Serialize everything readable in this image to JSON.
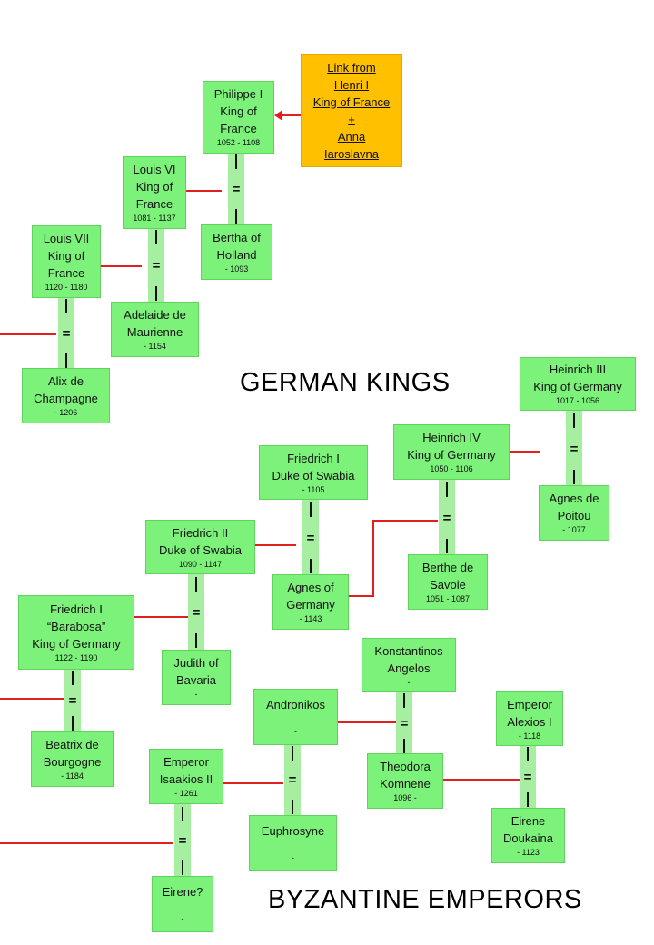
{
  "link": {
    "lines": [
      "Link from",
      "Henri I",
      "King of France",
      "+",
      "Anna",
      "Iaroslavna"
    ]
  },
  "sections": {
    "german": "GERMAN KINGS",
    "byzantine": "BYZANTINE EMPERORS"
  },
  "people": {
    "philippe": {
      "lines": [
        "Philippe I",
        "King of",
        "France"
      ],
      "dates": "1052 - 1108"
    },
    "bertha": {
      "lines": [
        "Bertha of",
        "Holland"
      ],
      "dates": "- 1093"
    },
    "louis6": {
      "lines": [
        "Louis VI",
        "King of",
        "France"
      ],
      "dates": "1081 - 1137"
    },
    "adelaide": {
      "lines": [
        "Adelaide de",
        "Maurienne"
      ],
      "dates": "- 1154"
    },
    "louis7": {
      "lines": [
        "Louis VII",
        "King of",
        "France"
      ],
      "dates": "1120 - 1180"
    },
    "alix": {
      "lines": [
        "Alix de",
        "Champagne"
      ],
      "dates": "- 1206"
    },
    "heinrich3": {
      "lines": [
        "Heinrich III",
        "King of Germany"
      ],
      "dates": "1017 - 1056"
    },
    "agnes_poitou": {
      "lines": [
        "Agnes de",
        "Poitou"
      ],
      "dates": "- 1077"
    },
    "heinrich4": {
      "lines": [
        "Heinrich IV",
        "King of Germany"
      ],
      "dates": "1050 - 1106"
    },
    "berthe_savoie": {
      "lines": [
        "Berthe de",
        "Savoie"
      ],
      "dates": "1051 - 1087"
    },
    "friedrich1_swabia": {
      "lines": [
        "Friedrich I",
        "Duke of Swabia"
      ],
      "dates": "- 1105"
    },
    "agnes_germany": {
      "lines": [
        "Agnes of",
        "Germany"
      ],
      "dates": "- 1143"
    },
    "friedrich2": {
      "lines": [
        "Friedrich II",
        "Duke of Swabia"
      ],
      "dates": "1090 - 1147"
    },
    "judith": {
      "lines": [
        "Judith of",
        "Bavaria"
      ],
      "dates": "-"
    },
    "barbarossa": {
      "lines": [
        "Friedrich I",
        "“Barabosa”",
        "King of Germany"
      ],
      "dates": "1122 - 1190"
    },
    "beatrix": {
      "lines": [
        "Beatrix de",
        "Bourgogne"
      ],
      "dates": "- 1184"
    },
    "konstantinos": {
      "lines": [
        "Konstantinos",
        "Angelos"
      ],
      "dates": "-"
    },
    "theodora": {
      "lines": [
        "Theodora",
        "Komnene"
      ],
      "dates": "1096 -"
    },
    "alexios": {
      "lines": [
        "Emperor",
        "Alexios I"
      ],
      "dates": "- 1118"
    },
    "eirene_d": {
      "lines": [
        "Eirene",
        "Doukaina"
      ],
      "dates": "- 1123"
    },
    "andronikos": {
      "lines": [
        "Andronikos"
      ],
      "dates": "-"
    },
    "euphrosyne": {
      "lines": [
        "Euphrosyne"
      ],
      "dates": "-"
    },
    "isaakios": {
      "lines": [
        "Emperor",
        "Isaakios II"
      ],
      "dates": "- 1261"
    },
    "eirene_q": {
      "lines": [
        "Eirene?"
      ],
      "dates": "-"
    }
  },
  "marriage_symbol": "=",
  "colors": {
    "box": "#7cf27a",
    "bar": "#a6eea0",
    "link_box": "#ffc000",
    "connector": "#e02020"
  }
}
